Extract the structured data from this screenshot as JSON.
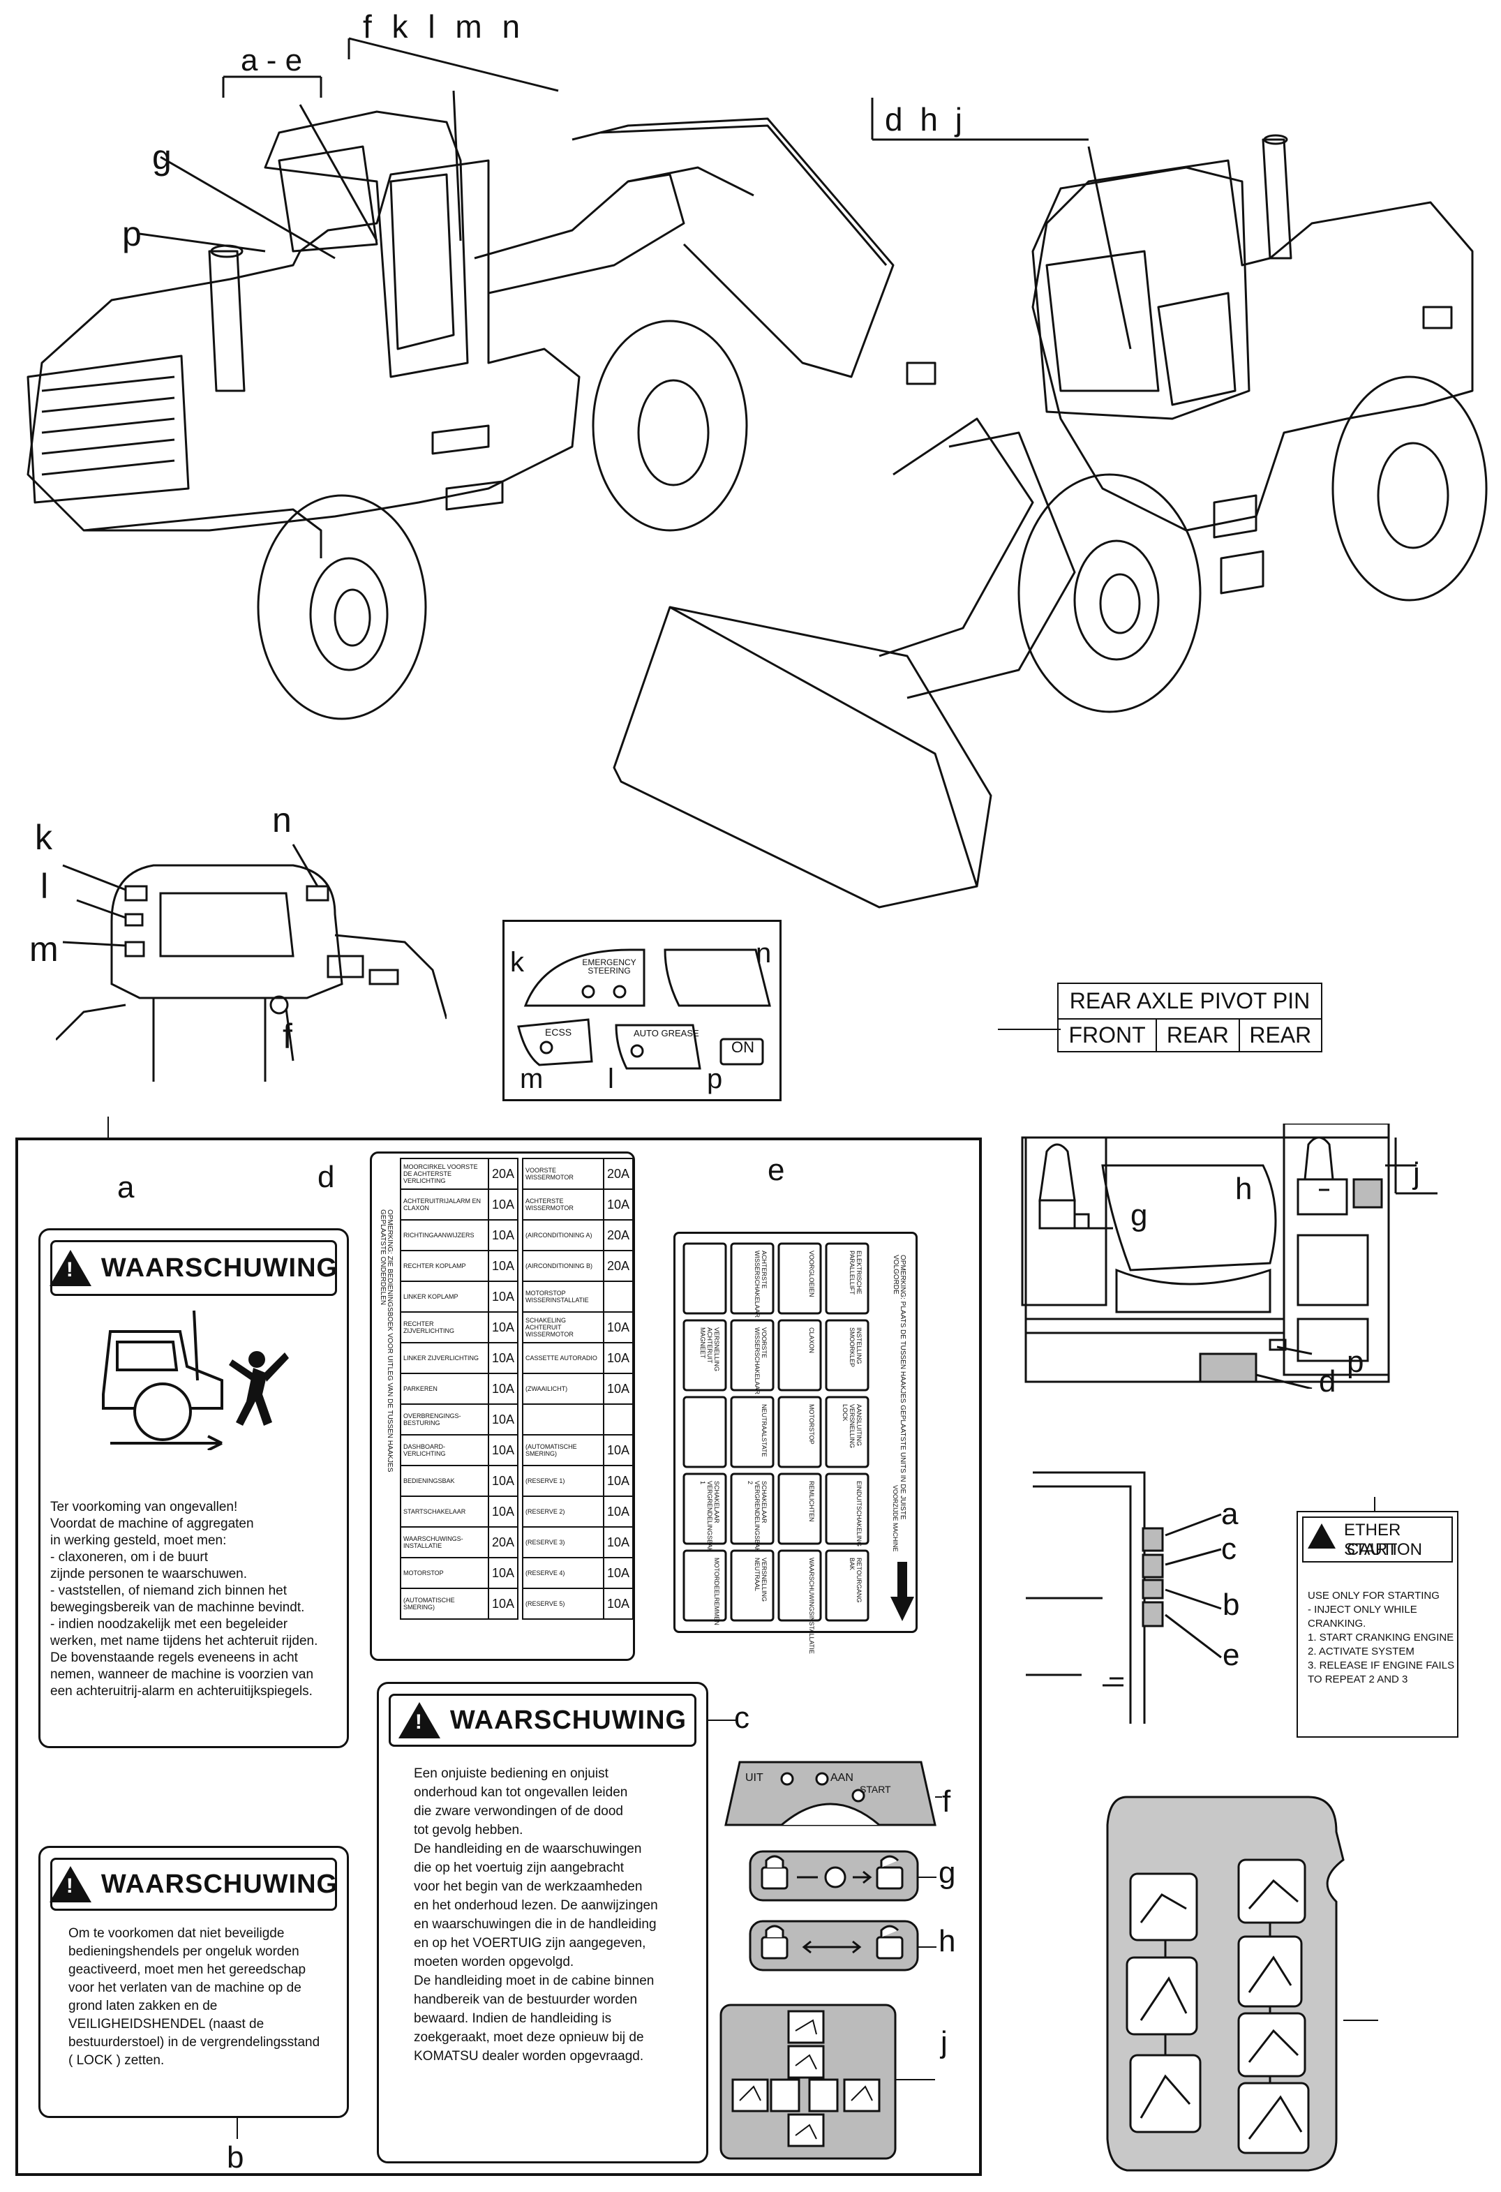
{
  "callouts": {
    "top_ae": "a - e",
    "top_fklmn": "f k l m n",
    "top_g": "g",
    "top_p": "p",
    "top_dhj": "d h j",
    "dash_k": "k",
    "dash_l": "l",
    "dash_m": "m",
    "dash_n": "n",
    "dash_f": "f",
    "panel_k": "k",
    "panel_n": "n",
    "panel_m": "m",
    "panel_l": "l",
    "panel_p": "p",
    "cab_g": "g",
    "cab_h": "h",
    "cab_j": "j",
    "cab_p": "p",
    "cab_d": "d",
    "side_a": "a",
    "side_c": "c",
    "side_b": "b",
    "side_e": "e",
    "label_a": "a",
    "label_b": "b",
    "label_c": "c",
    "label_d": "d",
    "label_e": "e",
    "label_f": "f",
    "label_g": "g",
    "label_h": "h",
    "label_j": "j"
  },
  "switch_panel": {
    "emergency_steering": "EMERGENCY STEERING",
    "ecss": "ECSS",
    "auto_grease": "AUTO GREASE",
    "on": "ON"
  },
  "rear_axle": {
    "title": "REAR AXLE PIVOT PIN",
    "cells": [
      "FRONT",
      "REAR",
      "REAR"
    ]
  },
  "warning_a": {
    "heading": "WAARSCHUWING",
    "text": "Ter voorkoming van ongevallen!\nVoordat de machine of aggregaten\nin werking gesteld, moet men:\n - claxoneren, om i de buurt\n   zijnde personen te waarschuwen.\n - vaststellen, of niemand zich binnen het\n   bewegingsbereik van de machinne bevindt.\n - indien noodzakelijk met een begeleider\n   werken, met name tijdens het achteruit rijden.\nDe bovenstaande regels eveneens in acht\nnemen, wanneer de machine is voorzien van\neen achteruitrij-alarm en achteruitijkspiegels."
  },
  "warning_b": {
    "heading": "WAARSCHUWING",
    "text": "Om te voorkomen dat niet  beveiligde\nbedieningshendels per ongeluk worden\ngeactiveerd, moet men het gereedschap\nvoor het verlaten van de machine op de\ngrond laten zakken en de\nVEILIGHEIDSHENDEL (naast de\nbestuurderstoel) in de vergrendelingsstand\n( LOCK ) zetten."
  },
  "warning_c": {
    "heading": "WAARSCHUWING",
    "text": "Een onjuiste bediening en onjuist\nonderhoud kan tot ongevallen leiden\ndie zware verwondingen of de dood\ntot gevolg hebben.\nDe handleiding en de waarschuwingen\ndie op het voertuig zijn aangebracht\nvoor het begin van de werkzaamheden\nen het onderhoud lezen. De aanwijzingen\nen waarschuwingen die in de handleiding\nen op het VOERTUIG zijn aangegeven,\nmoeten worden opgevolgd.\nDe handleiding moet in de cabine binnen\nhandbereik van de bestuurder worden\nbewaard. Indien de handleiding is\nzoekgeraakt, moet deze opnieuw bij de\nKOMATSU dealer worden opgevraagd."
  },
  "fuse_d": {
    "left": [
      {
        "name": "MOORCIRKEL VOORSTE DE ACHTERSTE VERLICHTING",
        "amp": "20A"
      },
      {
        "name": "ACHTERUITRIJALARM EN CLAXON",
        "amp": "10A"
      },
      {
        "name": "RICHTINGAANWIJZERS",
        "amp": "10A"
      },
      {
        "name": "RECHTER KOPLAMP",
        "amp": "10A"
      },
      {
        "name": "LINKER KOPLAMP",
        "amp": "10A"
      },
      {
        "name": "RECHTER ZIJVERLICHTING",
        "amp": "10A"
      },
      {
        "name": "LINKER ZIJVERLICHTING",
        "amp": "10A"
      },
      {
        "name": "PARKEREN",
        "amp": "10A"
      },
      {
        "name": "OVERBRENGINGS- BESTURING",
        "amp": "10A"
      },
      {
        "name": "DASHBOARD- VERLICHTING",
        "amp": "10A"
      },
      {
        "name": "BEDIENINGSBAK",
        "amp": "10A"
      },
      {
        "name": "STARTSCHAKELAAR",
        "amp": "10A"
      },
      {
        "name": "WAARSCHUWINGS- INSTALLATIE",
        "amp": "20A"
      },
      {
        "name": "MOTORSTOP",
        "amp": "10A"
      },
      {
        "name": "(AUTOMATISCHE SMERING)",
        "amp": "10A"
      }
    ],
    "right": [
      {
        "name": "VOORSTE WISSERMOTOR",
        "amp": "20A"
      },
      {
        "name": "ACHTERSTE WISSERMOTOR",
        "amp": "10A"
      },
      {
        "name": "(AIRCONDITIONING A)",
        "amp": "20A"
      },
      {
        "name": "(AIRCONDITIONING B)",
        "amp": "20A"
      },
      {
        "name": "MOTORSTOP WISSERINSTALLATIE",
        "amp": ""
      },
      {
        "name": "SCHAKELING ACHTERUIT WISSERMOTOR",
        "amp": "10A"
      },
      {
        "name": "CASSETTE AUTORADIO",
        "amp": "10A"
      },
      {
        "name": "(ZWAAILICHT)",
        "amp": "10A"
      },
      {
        "name": "",
        "amp": ""
      },
      {
        "name": "(AUTOMATISCHE SMERING)",
        "amp": "10A"
      },
      {
        "name": "(RESERVE 1)",
        "amp": "10A"
      },
      {
        "name": "(RESERVE 2)",
        "amp": "10A"
      },
      {
        "name": "(RESERVE 3)",
        "amp": "10A"
      },
      {
        "name": "(RESERVE 4)",
        "amp": "10A"
      },
      {
        "name": "(RESERVE 5)",
        "amp": "10A"
      }
    ],
    "note": "OPMERKING: ZIE BEDIENINGSBOEK VOOR UITLEG VAN DE TUSSEN HAAKJES GEPLAATSTE ONDERDELEN"
  },
  "relay_e": {
    "cells": [
      [
        "",
        "ACHTERSTE WISSERSCHAKELAAR",
        "VOORGLOEIEN",
        "ELEKTRISCHE PARALLELLIFT"
      ],
      [
        "VERSNELLING ACHTERUIT MAGNEET",
        "VOORSTE WISSERSCHAKELAAR",
        "CLAXON",
        "INSTELLING SMOORKLEP"
      ],
      [
        "",
        "NEUTRAALSTATE",
        "MOTORSTOP",
        "AANSLUITING VERSNELLING LOCK"
      ],
      [
        "SCHAKELAAR VERGRENDELINGSBAK 1",
        "SCHAKELAAR VERGRENDELINGSBAK 2",
        "REMLICHTEN",
        "EINDUITSCHAKELING"
      ],
      [
        "MOTORDEELREMMEN",
        "VERSNELLING NEUTRAAL",
        "WAARSCHUWINGSINSTALLATIE",
        "RETOURGANG BAK"
      ]
    ],
    "side_note": "OPMERKING: PLAATS DE TUSSEN HAAKJES GEPLAATSTE UNITS IN DE JUISTE VOLGORDE",
    "arrow_note": "VOORZIJDE MACHINE"
  },
  "key_f": {
    "uit": "UIT",
    "aan": "AAN",
    "start": "START"
  },
  "ether": {
    "title": "ETHER START",
    "sub": "CAUTION",
    "text": "USE ONLY  FOR STARTING\n- INJECT ONLY  WHILE\n  CRANKING.\n1. START CRANKING ENGINE\n2. ACTIVATE SYSTEM\n3. RELEASE IF ENGINE FAILS\n   TO  REPEAT  2 AND 3"
  },
  "icons": [
    "warning-triangle-icon",
    "lock-icon",
    "unlock-icon",
    "arrow-right-icon",
    "double-arrow-icon",
    "bucket-icon",
    "boom-icon"
  ]
}
